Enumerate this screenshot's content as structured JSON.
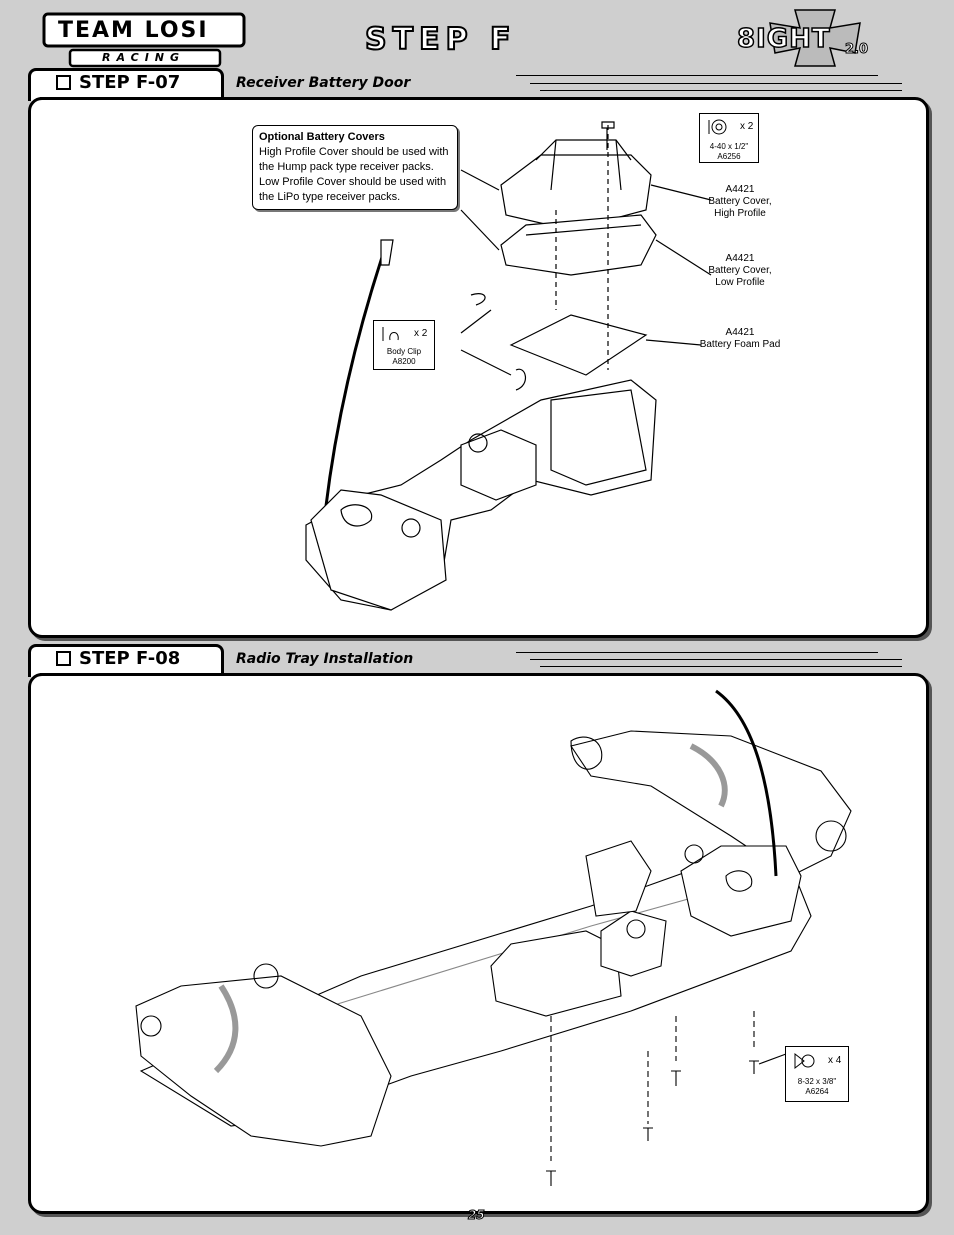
{
  "header": {
    "brand_top": "TEAM LOSI",
    "brand_bottom": "RACING",
    "title": "STEP F",
    "model": "8IGHT",
    "model_version": "2.0"
  },
  "step_f07": {
    "label": "STEP F-07",
    "subtitle": "Receiver Battery Door",
    "callout_title": "Optional Battery Covers",
    "callout_lines": [
      "High Profile Cover should be used with",
      "the Hump pack type receiver packs.",
      "Low Profile Cover should be used with",
      "the LiPo type receiver packs."
    ],
    "screw": {
      "qty": "x 2",
      "size": "4-40 x 1/2\"",
      "part": "A6256"
    },
    "clip": {
      "qty": "x 2",
      "name": "Body Clip",
      "part": "A8200"
    },
    "parts": [
      {
        "code": "A4421",
        "line1": "Battery Cover,",
        "line2": "High Profile"
      },
      {
        "code": "A4421",
        "line1": "Battery Cover,",
        "line2": "Low Profile"
      },
      {
        "code": "A4421",
        "line1": "Battery Foam Pad",
        "line2": ""
      }
    ]
  },
  "step_f08": {
    "label": "STEP F-08",
    "subtitle": "Radio Tray Installation",
    "screw": {
      "qty": "x 4",
      "size": "8-32 x 3/8\"",
      "part": "A6264"
    }
  },
  "footer": {
    "page": "25"
  }
}
